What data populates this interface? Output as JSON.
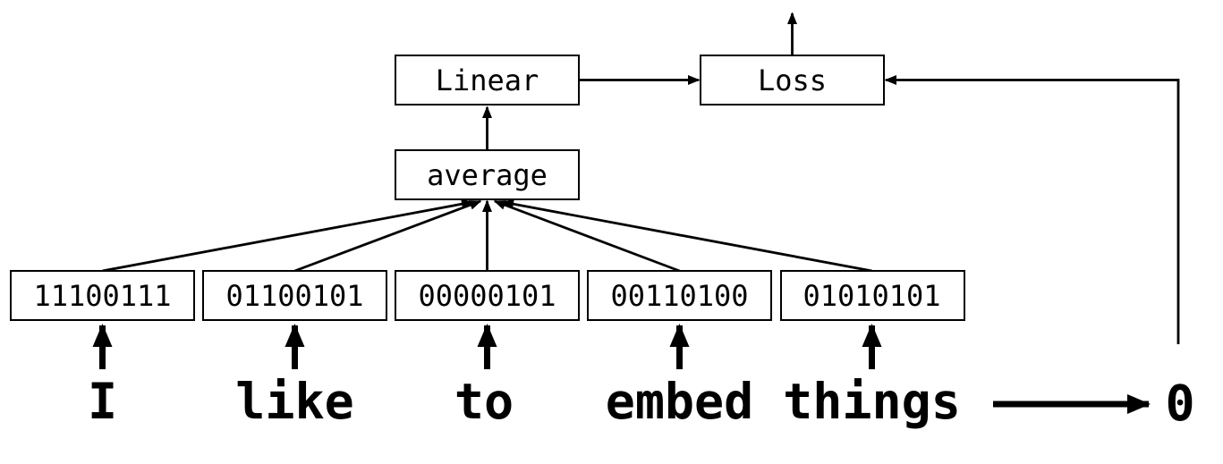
{
  "diagram": {
    "nodes": {
      "linear_label": "Linear",
      "loss_label": "Loss",
      "average_label": "average"
    },
    "embedding_values": [
      "11100111",
      "01100101",
      "00000101",
      "00110100",
      "01010101"
    ],
    "input_tokens": [
      "I",
      "like",
      "to",
      "embed",
      "things"
    ],
    "target_value": "0",
    "icons": {
      "arrow_up": "arrow-up-icon",
      "arrow_right": "arrow-right-icon",
      "arrow_left": "arrow-left-icon"
    },
    "colors": {
      "line": "#000000",
      "box_fill": "#ffffff",
      "background": "#ffffff",
      "text": "#000000"
    }
  }
}
